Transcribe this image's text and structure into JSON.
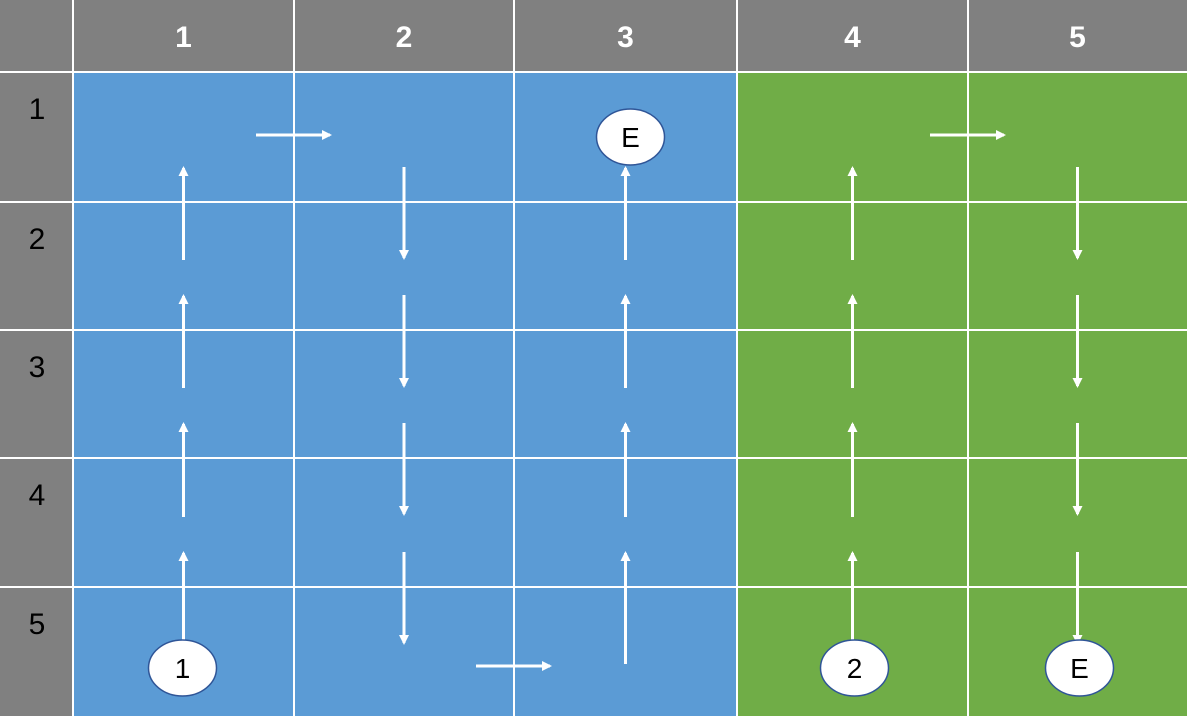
{
  "columns": [
    "1",
    "2",
    "3",
    "4",
    "5"
  ],
  "rows": [
    "1",
    "2",
    "3",
    "4",
    "5"
  ],
  "regions": [
    {
      "name": "region-1",
      "columns": [
        1,
        3
      ],
      "color": "#5b9bd5"
    },
    {
      "name": "region-2",
      "columns": [
        4,
        5
      ],
      "color": "#70ad47"
    }
  ],
  "colors": {
    "header": "#808080",
    "arrow": "#ffffff",
    "gridline": "#ffffff",
    "node_fill": "#ffffff",
    "node_stroke": "#2f5597"
  },
  "nodes": [
    {
      "label": "1",
      "col": 1,
      "row": 5,
      "pos": "bottom"
    },
    {
      "label": "E",
      "col": 3,
      "row": 1,
      "pos": "top"
    },
    {
      "label": "2",
      "col": 4,
      "row": 5,
      "pos": "bottom"
    },
    {
      "label": "E",
      "col": 5,
      "row": 5,
      "pos": "bottom"
    }
  ],
  "paths": [
    {
      "type": "vertical",
      "col": 1,
      "from_row": 5,
      "to_row": 1,
      "dir": "up"
    },
    {
      "type": "horizontal",
      "row": 1,
      "from_col": 1,
      "to_col": 2,
      "dir": "right"
    },
    {
      "type": "vertical",
      "col": 2,
      "from_row": 1,
      "to_row": 5,
      "dir": "down"
    },
    {
      "type": "horizontal",
      "row": 5,
      "from_col": 2,
      "to_col": 3,
      "dir": "right"
    },
    {
      "type": "vertical",
      "col": 3,
      "from_row": 5,
      "to_row": 1,
      "dir": "up"
    },
    {
      "type": "vertical",
      "col": 4,
      "from_row": 5,
      "to_row": 1,
      "dir": "up"
    },
    {
      "type": "horizontal",
      "row": 1,
      "from_col": 4,
      "to_col": 5,
      "dir": "right"
    },
    {
      "type": "vertical",
      "col": 5,
      "from_row": 1,
      "to_row": 5,
      "dir": "down"
    }
  ]
}
